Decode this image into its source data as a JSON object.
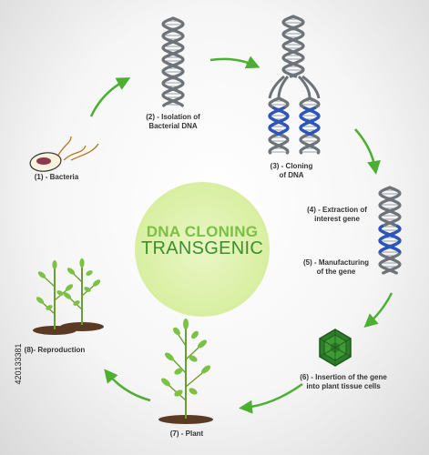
{
  "title_line1": "DNA CLONING",
  "title_line2": "TRANSGENIC",
  "stock_id": "420133381",
  "steps": {
    "s1": "(1) - Bacteria",
    "s2_l1": "(2) - Isolation of",
    "s2_l2": "Bacterial DNA",
    "s3_l1": "(3) - Cloning",
    "s3_l2": "of DNA",
    "s4_l1": "(4) - Extraction of",
    "s4_l2": "interest gene",
    "s5_l1": "(5) - Manufacturing",
    "s5_l2": "of the gene",
    "s6_l1": "(6) - Insertion of the gene",
    "s6_l2": "into plant tissue cells",
    "s7": "(7) - Plant",
    "s8": "(8)- Reproduction"
  },
  "colors": {
    "arrow": "#4caf32",
    "dna_grey": "#6d7378",
    "dna_blue": "#2e56b8",
    "leaf": "#7bc142",
    "soil": "#5a3a22"
  },
  "icons": [
    "bacteria-icon",
    "dna-icon",
    "hexagon-cell-icon",
    "plant-icon",
    "arrow-icon"
  ]
}
